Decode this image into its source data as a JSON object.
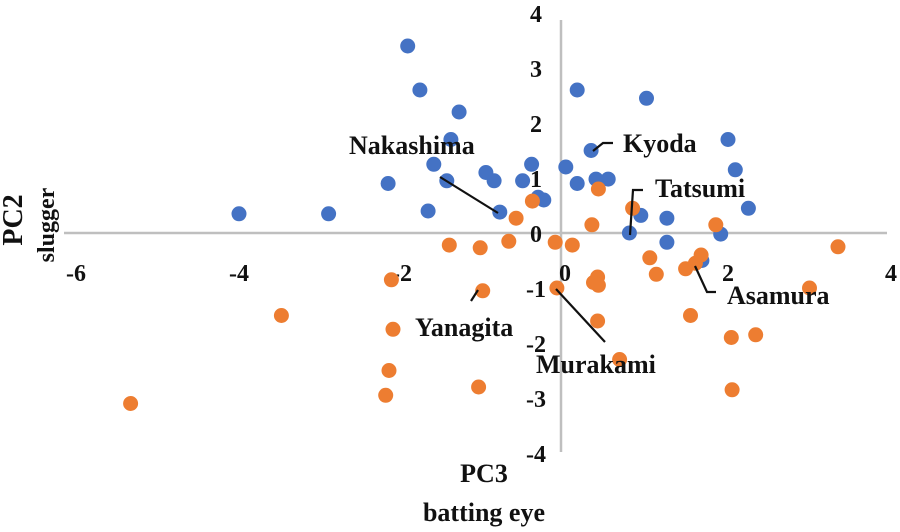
{
  "chart_data": {
    "type": "scatter",
    "title": "",
    "xlabel": "PC3 batting eye",
    "xlabel_lines": [
      "PC3",
      "batting eye"
    ],
    "ylabel": "PC2 slugger",
    "ylabel_lines": [
      "PC2",
      "slugger"
    ],
    "xlim": [
      -6,
      4
    ],
    "ylim": [
      -4,
      4
    ],
    "x_ticks": [
      "-6",
      "-4",
      "-2",
      "0",
      "2",
      "4"
    ],
    "y_ticks": [
      "4",
      "3",
      "2",
      "1",
      "0",
      "-1",
      "-2",
      "-3",
      "-4"
    ],
    "grid": false,
    "legend": null,
    "colors": {
      "blue": "#4472c4",
      "orange": "#ed7d31",
      "axis": "#bfbfbf"
    },
    "series": [
      {
        "name": "blue",
        "color": "#4472c4",
        "points": [
          [
            -4.0,
            0.35
          ],
          [
            -2.9,
            0.35
          ],
          [
            -2.17,
            0.9
          ],
          [
            -1.93,
            3.4
          ],
          [
            -1.78,
            2.6
          ],
          [
            -1.68,
            0.4
          ],
          [
            -1.61,
            1.25
          ],
          [
            -1.45,
            0.95
          ],
          [
            -1.4,
            1.7
          ],
          [
            -1.3,
            2.2
          ],
          [
            -0.97,
            1.1
          ],
          [
            -0.87,
            0.95
          ],
          [
            -0.8,
            0.38
          ],
          [
            -0.52,
            0.95
          ],
          [
            -0.41,
            1.25
          ],
          [
            -0.33,
            0.65
          ],
          [
            -0.26,
            0.6
          ],
          [
            0.01,
            1.2
          ],
          [
            0.15,
            2.6
          ],
          [
            0.15,
            0.9
          ],
          [
            0.32,
            1.5
          ],
          [
            0.38,
            0.98
          ],
          [
            0.53,
            0.98
          ],
          [
            0.79,
            0.0
          ],
          [
            0.93,
            0.32
          ],
          [
            1.0,
            2.45
          ],
          [
            1.25,
            0.27
          ],
          [
            1.25,
            -0.17
          ],
          [
            1.68,
            -0.5
          ],
          [
            1.91,
            -0.02
          ],
          [
            2.0,
            1.7
          ],
          [
            2.09,
            1.15
          ],
          [
            2.25,
            0.45
          ]
        ]
      },
      {
        "name": "orange",
        "color": "#ed7d31",
        "points": [
          [
            -5.33,
            -3.1
          ],
          [
            -3.48,
            -1.5
          ],
          [
            -2.13,
            -0.85
          ],
          [
            -2.11,
            -1.75
          ],
          [
            -2.16,
            -2.5
          ],
          [
            -2.2,
            -2.95
          ],
          [
            -1.42,
            -0.22
          ],
          [
            -1.04,
            -0.27
          ],
          [
            -1.01,
            -1.05
          ],
          [
            -1.06,
            -2.8
          ],
          [
            -0.69,
            -0.15
          ],
          [
            -0.6,
            0.27
          ],
          [
            -0.4,
            0.58
          ],
          [
            -0.12,
            -0.17
          ],
          [
            -0.1,
            -1.0
          ],
          [
            0.09,
            -0.22
          ],
          [
            0.33,
            0.15
          ],
          [
            0.4,
            -0.8
          ],
          [
            0.35,
            -0.9
          ],
          [
            0.41,
            -0.95
          ],
          [
            0.4,
            -1.6
          ],
          [
            0.41,
            0.8
          ],
          [
            0.67,
            -2.3
          ],
          [
            0.83,
            0.45
          ],
          [
            1.04,
            -0.45
          ],
          [
            1.12,
            -0.75
          ],
          [
            1.48,
            -0.65
          ],
          [
            1.54,
            -1.5
          ],
          [
            1.6,
            -0.55
          ],
          [
            1.67,
            -0.4
          ],
          [
            1.85,
            0.15
          ],
          [
            2.04,
            -1.9
          ],
          [
            2.05,
            -2.85
          ],
          [
            2.34,
            -1.85
          ],
          [
            3.0,
            -1.0
          ],
          [
            3.35,
            -0.25
          ]
        ]
      }
    ],
    "annotations": [
      {
        "label": "Nakashima",
        "point": [
          -0.8,
          0.38
        ]
      },
      {
        "label": "Kyoda",
        "point": [
          0.32,
          1.5
        ]
      },
      {
        "label": "Tatsumi",
        "point": [
          0.79,
          0.0
        ]
      },
      {
        "label": "Asamura",
        "point": [
          1.6,
          -0.55
        ]
      },
      {
        "label": "Yanagita",
        "point": [
          -1.01,
          -1.05
        ]
      },
      {
        "label": "Murakami",
        "point": [
          -0.1,
          -1.0
        ]
      }
    ]
  }
}
